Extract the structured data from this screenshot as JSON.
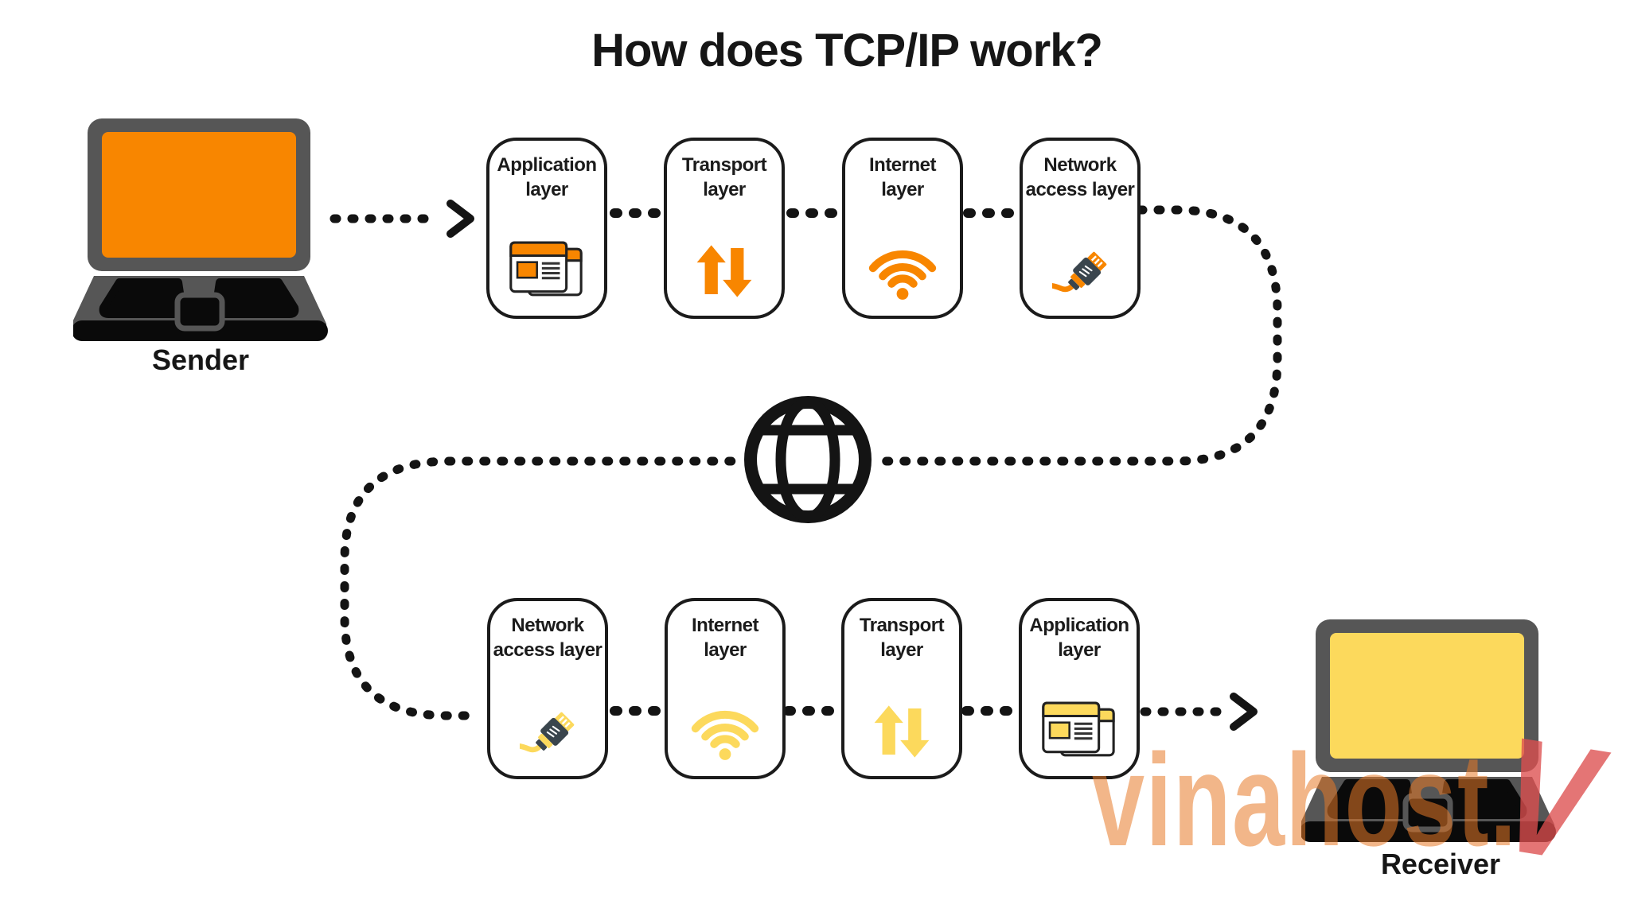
{
  "title": "How does TCP/IP work?",
  "sender_label": "Sender",
  "receiver_label": "Receiver",
  "layers": {
    "top": [
      "Application layer",
      "Transport layer",
      "Internet layer",
      "Network access layer"
    ],
    "bottom": [
      "Network access layer",
      "Internet layer",
      "Transport layer",
      "Application layer"
    ]
  },
  "watermark": {
    "text": "vinahost.",
    "mark": "V"
  },
  "icons": {
    "application": "overlapping-browser-windows",
    "transport": "up-down-arrows",
    "internet": "wifi-signal",
    "network_access": "ethernet-plug",
    "backbone": "globe",
    "sender": "laptop-orange-screen",
    "receiver": "laptop-yellow-screen"
  },
  "colors": {
    "orange": "#F88600",
    "yellow": "#FCD95C",
    "ink": "#141414",
    "laptop_gray": "#565656",
    "laptop_black": "#0a0a0a",
    "plug_dark": "#3A454D",
    "watermark_orange": "rgba(232,122,40,0.55)",
    "watermark_red": "rgba(221,78,78,0.78)"
  }
}
